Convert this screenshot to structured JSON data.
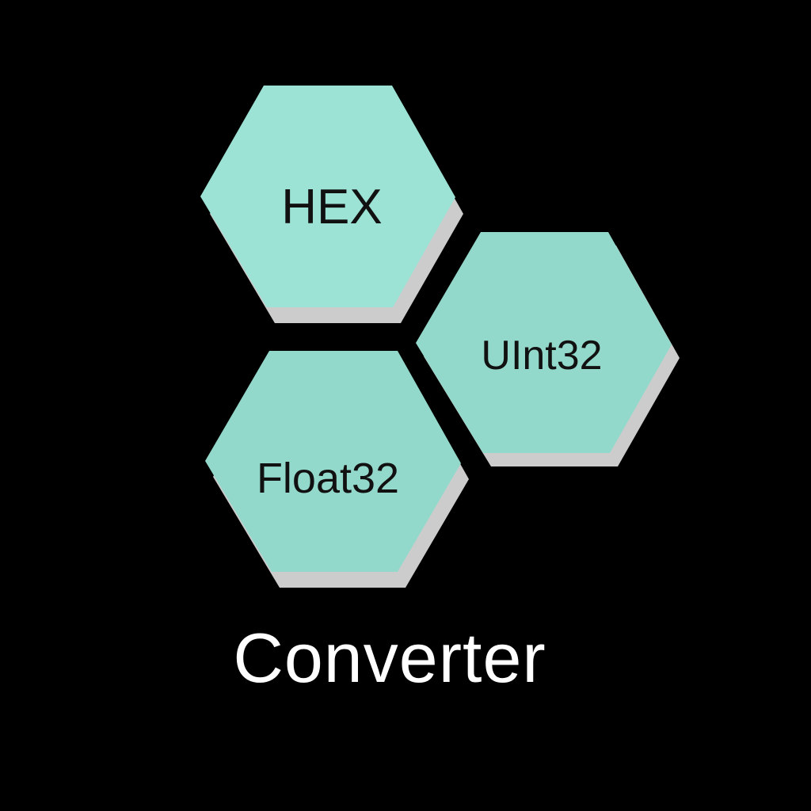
{
  "app": {
    "title": "Converter"
  },
  "colors": {
    "background": "#000000",
    "hex_fill_primary": "#9ce3d6",
    "hex_fill_secondary": "#93d9cb",
    "shadow": "#cccccc",
    "label_text": "#111111",
    "title_text": "#ffffff"
  },
  "tiles": [
    {
      "label": "HEX",
      "icon": "hexagon-tile"
    },
    {
      "label": "UInt32",
      "icon": "hexagon-tile"
    },
    {
      "label": "Float32",
      "icon": "hexagon-tile"
    }
  ]
}
